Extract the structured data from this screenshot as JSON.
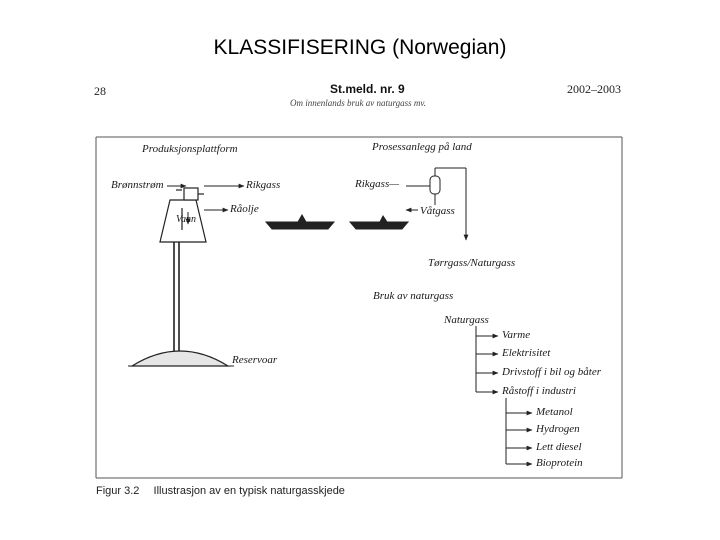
{
  "slide": {
    "title": "KLASSIFISERING (Norwegian)"
  },
  "page_header": {
    "page_number": "28",
    "document": "St.meld. nr. 9",
    "subtitle": "Om innenlands bruk av naturgass mv.",
    "years": "2002–2003"
  },
  "diagram": {
    "left_section": {
      "title": "Produksjonsplattform",
      "well_stream": "Brønnstrøm",
      "water": "Vann",
      "rich_gas": "Rikgass",
      "crude_oil": "Råolje",
      "reservoir": "Reservoar"
    },
    "right_section": {
      "title": "Prosessanlegg på land",
      "rich_gas_in": "Rikgass—",
      "wet_gas": "Våtgass",
      "dry_gas": "Tørrgass/Naturgass"
    },
    "usage": {
      "title": "Bruk av naturgass",
      "source": "Naturgass",
      "uses": [
        "Varme",
        "Elektrisitet",
        "Drivstoff i bil og båter",
        "Råstoff i industri"
      ],
      "industry_products": [
        "Metanol",
        "Hydrogen",
        "Lett diesel",
        "Bioprotein"
      ]
    }
  },
  "caption": {
    "figure": "Figur 3.2",
    "text": "Illustrasjon av en typisk naturgasskjede"
  }
}
